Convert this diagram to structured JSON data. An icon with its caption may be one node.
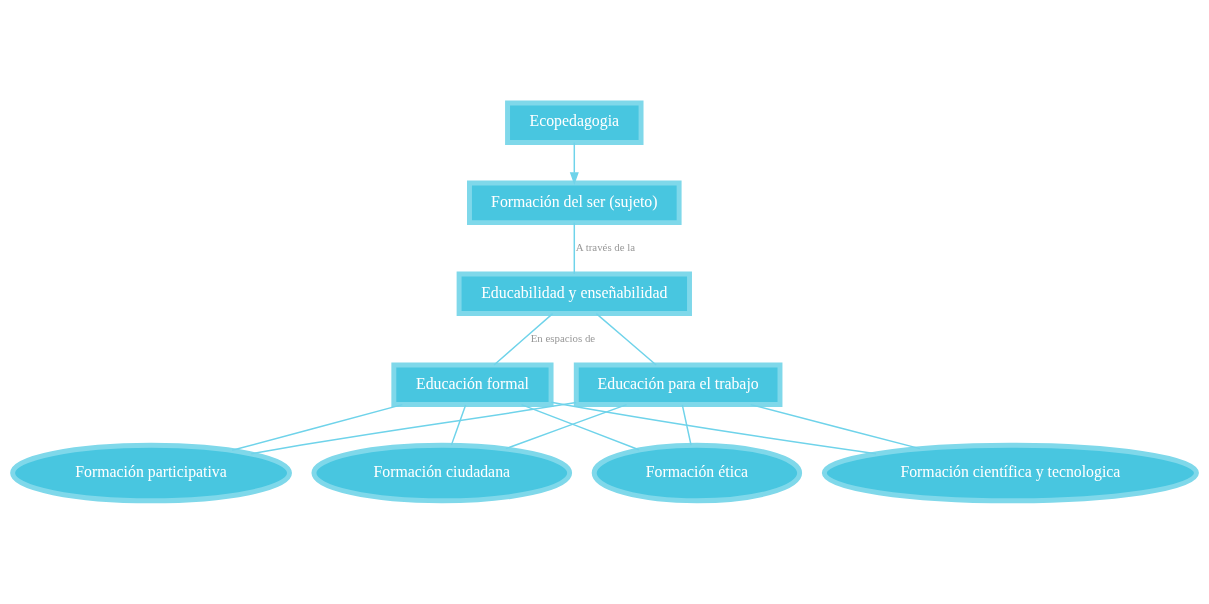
{
  "diagram": {
    "nodes": [
      {
        "text": [
          "Ecopedagogia"
        ]
      },
      {
        "text": [
          "Formación del ser (sujeto)"
        ]
      },
      {
        "text": [
          "Educabilidad y enseñabilidad"
        ]
      },
      {
        "text": [
          "Educación formal"
        ]
      },
      {
        "text": [
          "Educación para el trabajo"
        ]
      },
      {
        "text": [
          "Formación ética"
        ]
      },
      {
        "text": [
          "Formación ciudadana"
        ]
      },
      {
        "text": [
          "Formación participativa"
        ]
      },
      {
        "text": [
          "Formación científica y tecnologica"
        ]
      }
    ],
    "edges": [
      {
        "from": 0,
        "to": 1,
        "arrow": "to"
      },
      {
        "from": 1,
        "to": 2,
        "arrow": "none",
        "label": "A través de la"
      },
      {
        "from": 2,
        "to": 3,
        "arrow": "none",
        "label": "En espacios de"
      },
      {
        "from": 2,
        "to": 4,
        "arrow": "none"
      },
      {
        "from": 3,
        "to": 5,
        "arrow": "none"
      },
      {
        "from": 3,
        "to": 6,
        "arrow": "none"
      },
      {
        "from": 3,
        "to": 7,
        "arrow": "none"
      },
      {
        "from": 3,
        "to": 8,
        "arrow": "none"
      },
      {
        "from": 4,
        "to": 5,
        "arrow": "none"
      },
      {
        "from": 4,
        "to": 6,
        "arrow": "none"
      },
      {
        "from": 4,
        "to": 7,
        "arrow": "none"
      },
      {
        "from": 4,
        "to": 8,
        "arrow": "none"
      }
    ]
  }
}
